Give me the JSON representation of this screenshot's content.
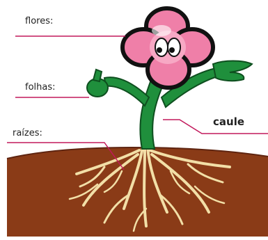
{
  "labels": {
    "flowers": "flores:",
    "leaves": "folhas:",
    "roots": "raízes:",
    "stem": "caule"
  },
  "colors": {
    "petal_pink": "#ef7fa8",
    "petal_outline": "#111111",
    "stem_green": "#1f8f3c",
    "soil_brown": "#8a3b17",
    "root_cream": "#f2dfa7",
    "pointer_line": "#c2185b"
  }
}
